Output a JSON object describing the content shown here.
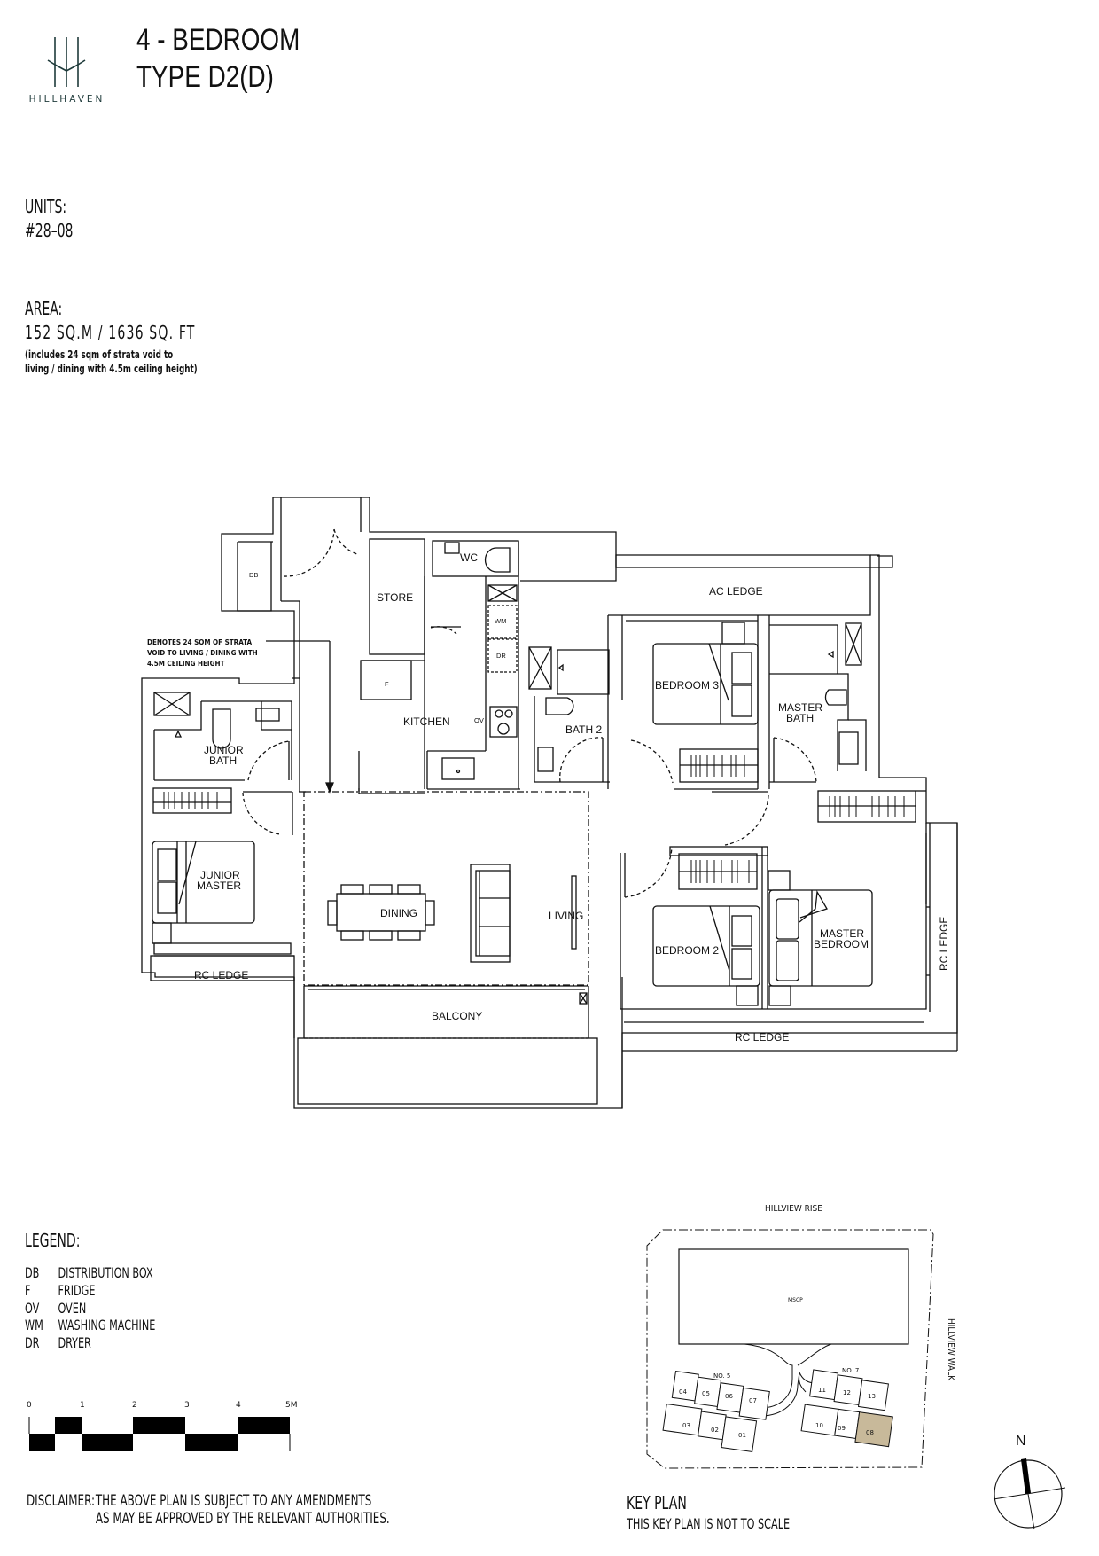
{
  "brand": {
    "name": "HILLHAVEN",
    "logo_icon": "hillhaven-monogram-icon",
    "accent_color": "#1e3a3a"
  },
  "header": {
    "title_line1": "4 - BEDROOM",
    "title_line2": "TYPE D2(D)"
  },
  "units": {
    "label": "UNITS:",
    "value": "#28–08"
  },
  "area": {
    "label": "AREA:",
    "value": "152  SQ.M  /  1636  SQ.  FT",
    "note_line1": "(includes 24 sqm of strata void to",
    "note_line2": "living / dining with 4.5m ceiling height)"
  },
  "floorplan": {
    "annotation": {
      "line1": "DENOTES 24 SQM OF STRATA",
      "line2": "VOID TO LIVING / DINING WITH",
      "line3": "4.5M CEILING HEIGHT"
    },
    "rooms": {
      "store": "STORE",
      "wc": "WC",
      "kitchen": "KITCHEN",
      "ac_ledge": "AC LEDGE",
      "bedroom3": "BEDROOM 3",
      "master_bath_1": "MASTER",
      "master_bath_2": "BATH",
      "bath2": "BATH 2",
      "junior_bath_1": "JUNIOR",
      "junior_bath_2": "BATH",
      "junior_master_1": "JUNIOR",
      "junior_master_2": "MASTER",
      "dining": "DINING",
      "living": "LIVING",
      "bedroom2": "BEDROOM 2",
      "master_bedroom_1": "MASTER",
      "master_bedroom_2": "BEDROOM",
      "rc_ledge_left": "RC LEDGE",
      "rc_ledge_bottom": "RC LEDGE",
      "rc_ledge_right": "RC LEDGE",
      "balcony": "BALCONY"
    },
    "fixtures": {
      "db": "DB",
      "f": "F",
      "wm": "WM",
      "dr": "DR",
      "ov": "OV"
    }
  },
  "legend": {
    "title": "LEGEND:",
    "items": [
      {
        "code": "DB",
        "desc": "DISTRIBUTION  BOX"
      },
      {
        "code": "F",
        "desc": "FRIDGE"
      },
      {
        "code": "OV",
        "desc": "OVEN"
      },
      {
        "code": "WM",
        "desc": "WASHING  MACHINE"
      },
      {
        "code": "DR",
        "desc": "DRYER"
      }
    ]
  },
  "scale_bar": {
    "ticks": [
      "0",
      "1",
      "2",
      "3",
      "4",
      "5M"
    ]
  },
  "disclaimer": {
    "label": "DISCLAIMER:",
    "line1": "THE  ABOVE  PLAN  IS  SUBJECT  TO  ANY  AMENDMENTS",
    "line2": "AS  MAY  BE  APPROVED  BY  THE  RELEVANT  AUTHORITIES."
  },
  "key_plan": {
    "title": "KEY  PLAN",
    "note": "THIS  KEY  PLAN  IS  NOT  TO  SCALE",
    "road_top": "HILLVIEW  RISE",
    "road_right": "HILLVIEW  WALK",
    "mscp": "MSCP",
    "block_5": "NO. 5",
    "block_7": "NO. 7",
    "units_block5": [
      "04",
      "05",
      "06",
      "07",
      "03",
      "02",
      "01"
    ],
    "units_block7": [
      "11",
      "12",
      "13",
      "10",
      "09",
      "08"
    ],
    "highlighted_unit": "08",
    "highlight_color": "#c8b99a"
  },
  "compass": {
    "north_label": "N"
  }
}
